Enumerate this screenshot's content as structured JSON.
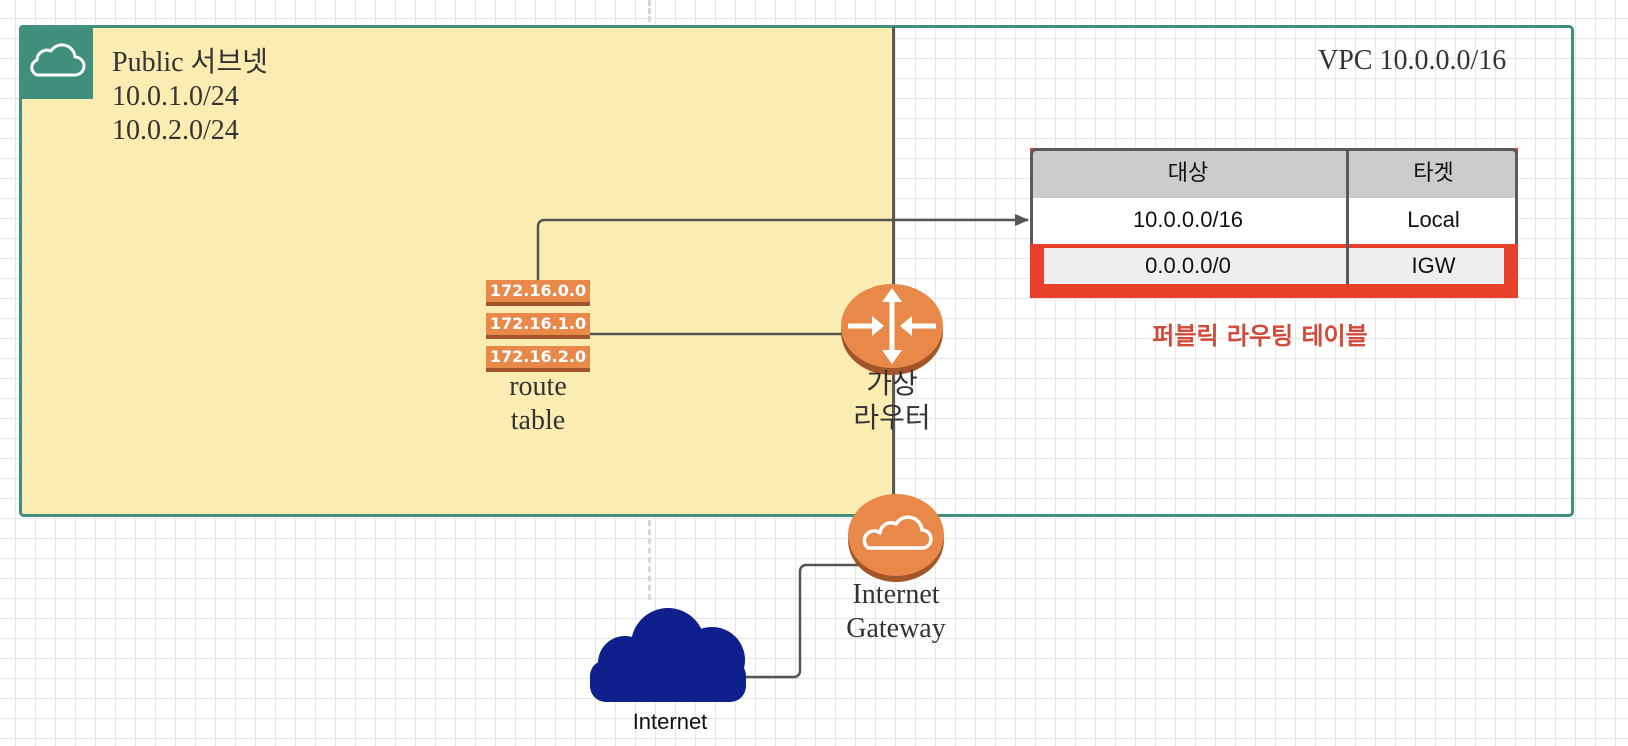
{
  "subnet": {
    "title": "Public 서브넷",
    "cidr_1": "10.0.1.0/24",
    "cidr_2": "10.0.2.0/24",
    "icon": "cloud-icon"
  },
  "vpc": {
    "label": "VPC 10.0.0.0/16"
  },
  "route_table_icon": {
    "rows": [
      "172.16.0.0",
      "172.16.1.0",
      "172.16.2.0"
    ],
    "label_line1": "route",
    "label_line2": "table"
  },
  "virtual_router": {
    "label_line1": "가상",
    "label_line2": "라우터",
    "icon": "router-icon"
  },
  "internet_gateway": {
    "label_line1": "Internet",
    "label_line2": "Gateway",
    "icon": "cloud-gateway-icon"
  },
  "internet": {
    "label": "Internet",
    "icon": "cloud-icon"
  },
  "routing_table": {
    "headers": [
      "대상",
      "타겟"
    ],
    "rows": [
      [
        "10.0.0.0/16",
        "Local"
      ],
      [
        "0.0.0.0/0",
        "IGW"
      ]
    ],
    "caption": "퍼블릭 라우팅 테이블",
    "highlight_color": "#e8402a"
  },
  "colors": {
    "vpc_border": "#3f8f7c",
    "subnet_fill": "#fbecb2",
    "aws_orange": "#e8894a",
    "internet_blue": "#0f1f8c",
    "caption_red": "#d24a3a"
  }
}
